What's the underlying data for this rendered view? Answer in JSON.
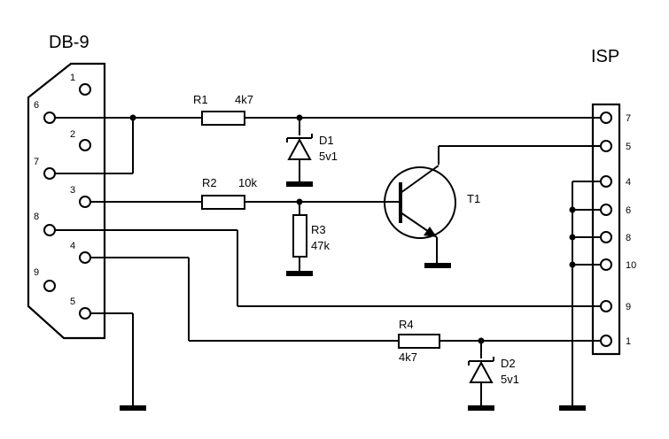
{
  "db9": {
    "title": "DB-9",
    "pins": {
      "p1": "1",
      "p2": "2",
      "p3": "3",
      "p4": "4",
      "p5": "5",
      "p6": "6",
      "p7": "7",
      "p8": "8",
      "p9": "9"
    }
  },
  "isp": {
    "title": "ISP",
    "pins": {
      "p7": "7",
      "p5": "5",
      "p4": "4",
      "p6": "6",
      "p8": "8",
      "p10": "10",
      "p9": "9",
      "p1": "1"
    }
  },
  "components": {
    "r1": {
      "ref": "R1",
      "value": "4k7"
    },
    "r2": {
      "ref": "R2",
      "value": "10k"
    },
    "r3": {
      "ref": "R3",
      "value": "47k"
    },
    "r4": {
      "ref": "R4",
      "value": "4k7"
    },
    "d1": {
      "ref": "D1",
      "value": "5v1"
    },
    "d2": {
      "ref": "D2",
      "value": "5v1"
    },
    "t1": {
      "ref": "T1"
    }
  }
}
